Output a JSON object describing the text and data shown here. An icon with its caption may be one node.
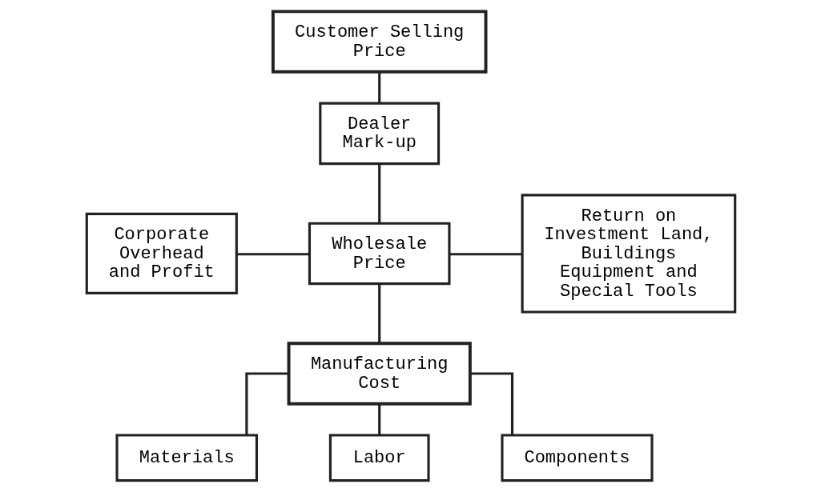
{
  "diagram": {
    "nodes": [
      {
        "text": [
          "Customer Selling Price"
        ]
      },
      {
        "text": [
          "Dealer Mark-up"
        ]
      },
      {
        "text": [
          "Corporate Overhead and Profit"
        ]
      },
      {
        "text": [
          "Wholesale Price"
        ]
      },
      {
        "text": [
          "Return on Investment Land, Buildings Equipment and Special Tools"
        ]
      },
      {
        "text": [
          "Manufacturing Cost"
        ]
      },
      {
        "text": [
          "Materials"
        ]
      },
      {
        "text": [
          "Labor"
        ]
      },
      {
        "text": [
          "Components"
        ]
      }
    ],
    "edges": [
      {
        "from": 0,
        "to": 1,
        "arrow": "none"
      },
      {
        "from": 1,
        "to": 3,
        "arrow": "none"
      },
      {
        "from": 2,
        "to": 3,
        "arrow": "none"
      },
      {
        "from": 3,
        "to": 4,
        "arrow": "none"
      },
      {
        "from": 3,
        "to": 5,
        "arrow": "none"
      },
      {
        "from": 5,
        "to": 6,
        "arrow": "none"
      },
      {
        "from": 5,
        "to": 7,
        "arrow": "none"
      },
      {
        "from": 5,
        "to": 8,
        "arrow": "none"
      }
    ]
  }
}
